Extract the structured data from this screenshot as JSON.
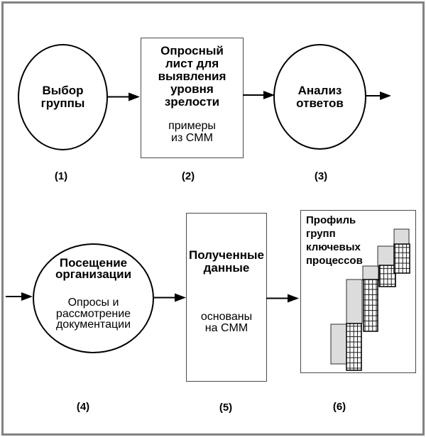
{
  "figure": {
    "steps": [
      {
        "id": "1",
        "shape": "ellipse",
        "title": "Выбор\nгруппы",
        "label": "(1)"
      },
      {
        "id": "2",
        "shape": "box",
        "title": "Опросный\nлист для\nвыявления\nуровня\nзрелости",
        "subtitle": "примеры\nиз CMM",
        "label": "(2)"
      },
      {
        "id": "3",
        "shape": "ellipse",
        "title": "Анализ\nответов",
        "label": "(3)"
      },
      {
        "id": "4",
        "shape": "ellipse",
        "title": "Посещение\nорганизации",
        "subtitle": "Опросы и\nрассмотрение\nдокументации",
        "label": "(4)"
      },
      {
        "id": "5",
        "shape": "box",
        "title": "Полученные\nданные",
        "subtitle": "основаны\nна CMM",
        "label": "(5)"
      },
      {
        "id": "6",
        "shape": "box",
        "title": "Профиль\nгрупп\nключевых\nпроцессов",
        "label": "(6)"
      }
    ],
    "colors": {
      "frame_border": "#828282",
      "box_border": "#4a4a4a",
      "shape_line": "#000000",
      "bar_fill": "#dcdcdc",
      "grid_line": "#1a1a1a"
    }
  }
}
